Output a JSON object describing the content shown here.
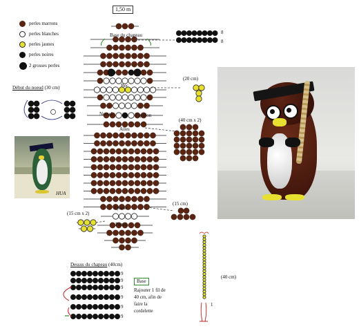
{
  "title_length": "1,50 m",
  "legend": [
    {
      "label": "perles marrons",
      "color": "#5a2412"
    },
    {
      "label": "perles blanches",
      "color": "#ffffff"
    },
    {
      "label": "perles jaunes",
      "color": "#e8e030"
    },
    {
      "label": "perles noires",
      "color": "#111111"
    },
    {
      "label": "2 grosses perles",
      "color": "#111111"
    }
  ],
  "labels": {
    "base_chapeau": "Base du chapeau",
    "count_8a": "8",
    "count_8b": "8",
    "debut_noeud": "Début du noeud",
    "debut_noeud_len": "(30 cm)",
    "bec": "Bec",
    "bec_len": "(20 cm)",
    "noeud": "Noeud",
    "papillon": "Papillon",
    "ailes": "Ailes",
    "ailes_len": "(40 cm x 2)",
    "queue": "Queue",
    "queue_len": "(15 cm)",
    "pattes": "Pattes",
    "pattes_len": "(15 cm x 2)",
    "hua": "HUA",
    "dessus_title": "Dessus du chapeau",
    "dessus_len": "(40cm)",
    "base_box": "Base",
    "rajouter": [
      "Rajouter 1 fil de",
      "40 cm, afin de",
      "faire la",
      "cordelette"
    ],
    "cord_len": "(40 cm)",
    "cord_one": "1",
    "nines": [
      "9",
      "9",
      "9",
      "9",
      "9",
      "9"
    ]
  },
  "colors": {
    "brown": "#5a2412",
    "white": "#ffffff",
    "yellow": "#e8e030",
    "black": "#111111",
    "green": "#2a8a2a",
    "red": "#c02020"
  }
}
